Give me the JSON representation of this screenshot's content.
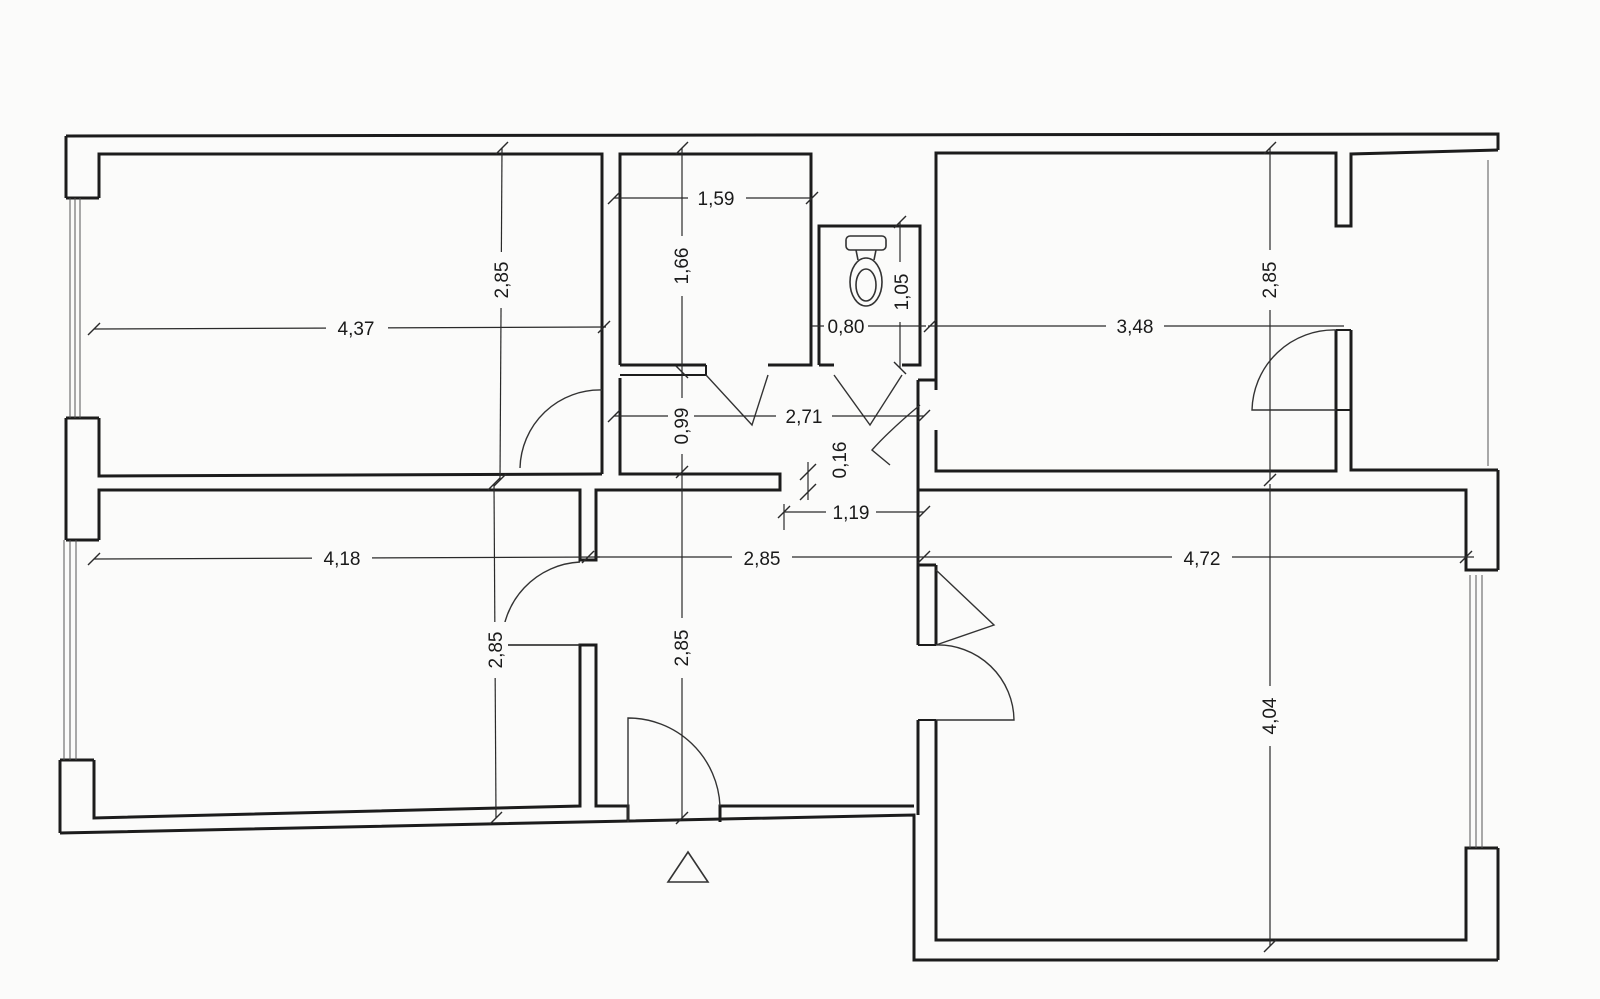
{
  "plan": {
    "dimensions": {
      "room_top_left_width": "4,37",
      "room_top_left_height": "2,85",
      "storage_width": "1,59",
      "storage_height": "1,66",
      "wc_width": "0,80",
      "wc_height": "1,05",
      "room_top_right_width": "3,48",
      "room_top_right_height": "2,85",
      "hall_corridor_height": "0,99",
      "hall_corridor_width": "2,71",
      "wall_thickness": "0,16",
      "hall_step_width": "1,19",
      "room_bottom_left_width": "4,18",
      "room_bottom_left_height": "2,85",
      "hall_width": "2,85",
      "hall_height": "2,85",
      "room_bottom_right_width": "4,72",
      "room_bottom_right_height": "4,04"
    },
    "icons": {
      "toilet": "toilet-icon",
      "entrance": "entrance-triangle-icon"
    },
    "colors": {
      "line": "#1c1c1c",
      "paper": "#fbfbfa"
    }
  }
}
